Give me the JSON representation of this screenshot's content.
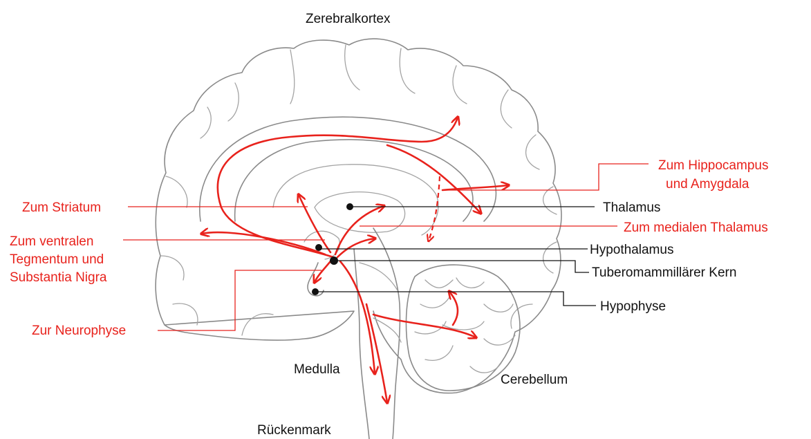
{
  "labels": {
    "cortex": "Zerebralkortex",
    "striatum": "Zum Striatum",
    "ventral_1": "Zum ventralen",
    "ventral_2": "Tegmentum und",
    "ventral_3": "Substantia Nigra",
    "neurophyse": "Zur Neurophyse",
    "hippo_1": "Zum Hippocampus",
    "hippo_2": "und Amygdala",
    "thalamus": "Thalamus",
    "medial_thalamus": "Zum medialen Thalamus",
    "hypothalamus": "Hypothalamus",
    "tuberomammillary": "Tuberomammillärer Kern",
    "hypophyse": "Hypophyse",
    "medulla": "Medulla",
    "cerebellum": "Cerebellum",
    "spinal_cord": "Rückenmark"
  },
  "colors": {
    "pathway": "#e8221c",
    "anatomy_outline": "#8a8a8a",
    "black_text": "#111111"
  }
}
